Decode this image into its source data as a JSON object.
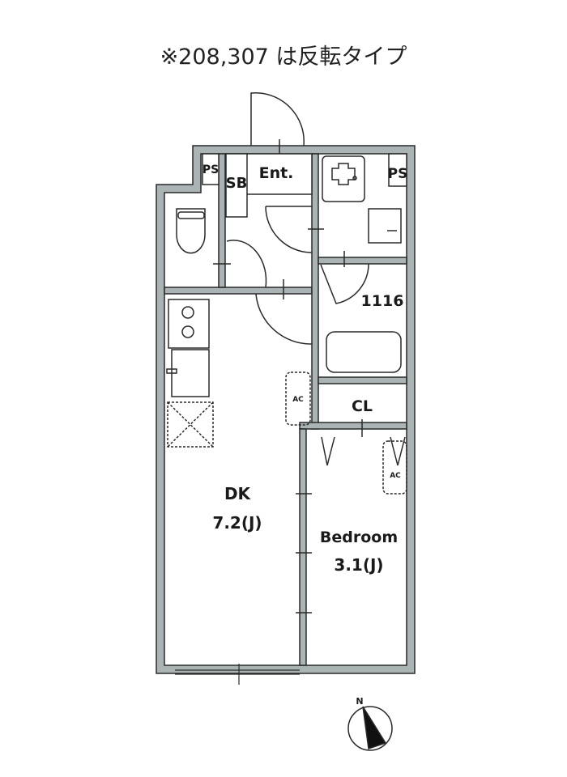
{
  "note": "※208,307 は反転タイプ",
  "rooms": {
    "ent": "Ent.",
    "sb": "SB",
    "ps_left": "PS",
    "ps_right": "PS",
    "unit_number": "1116",
    "cl": "CL",
    "dk_name": "DK",
    "dk_size": "7.2(J)",
    "bedroom_name": "Bedroom",
    "bedroom_size": "3.1(J)",
    "ac_dk": "AC",
    "ac_bedroom": "AC"
  },
  "compass": {
    "label": "N"
  },
  "colors": {
    "wall": "#aab4b4",
    "line": "#2a2a2a"
  }
}
